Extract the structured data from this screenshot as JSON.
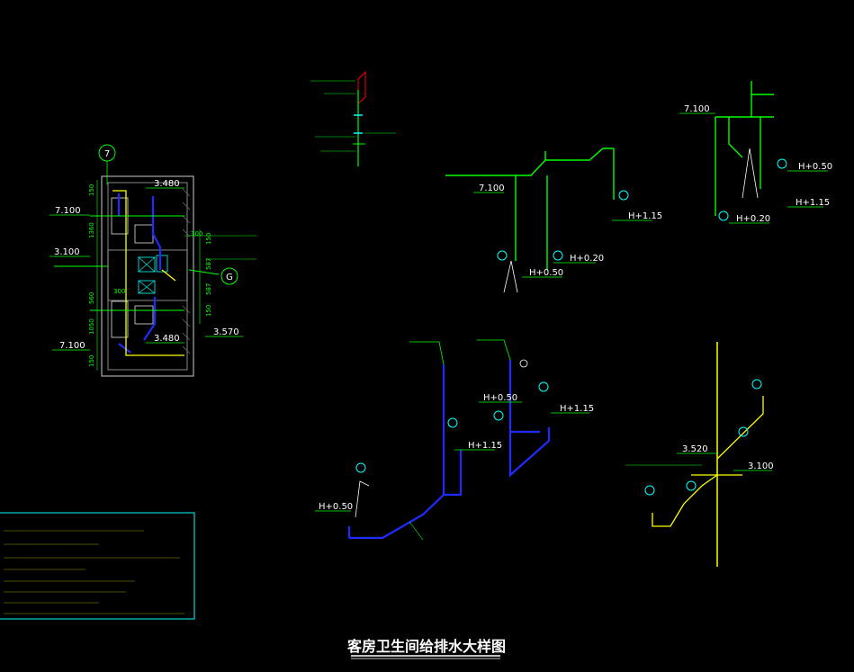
{
  "title": "客房卫生间给排水大样图",
  "colors": {
    "green": "#00ff00",
    "blue": "#1e2cff",
    "yellow": "#ffff00",
    "cyan": "#00ffff",
    "white": "#ffffff",
    "red": "#ff0000",
    "magenta": "#ff33cc"
  },
  "plan": {
    "grid_top": "7",
    "grid_right": "G",
    "elev_top": "3.480",
    "elev_bottom": "3.480",
    "elev_left_1": "7.100",
    "elev_left_2": "3.100",
    "elev_left_3": "7.100",
    "elev_right": "3.570",
    "dims_left": [
      "150",
      "1360",
      "560",
      "1050",
      "150"
    ],
    "dims_right": [
      "150",
      "587",
      "587",
      "150"
    ],
    "dim_300a": "300",
    "dim_300b": "300"
  },
  "elevations": {
    "iso1_h1": "H+1.15",
    "iso1_h2": "H+0.50",
    "iso1_h3": "H+0.20",
    "iso1_elev": "7.100",
    "iso2_h1": "H+0.50",
    "iso2_h2": "H+1.15",
    "iso2_h3": "H+0.20",
    "iso2_elev": "7.100",
    "iso3_h1": "H+0.50",
    "iso4_h1": "H+0.50",
    "iso4_h2": "H+1.15",
    "iso4_h3": "H+1.15",
    "iso5_elev1": "3.520",
    "iso5_elev2": "3.100"
  }
}
